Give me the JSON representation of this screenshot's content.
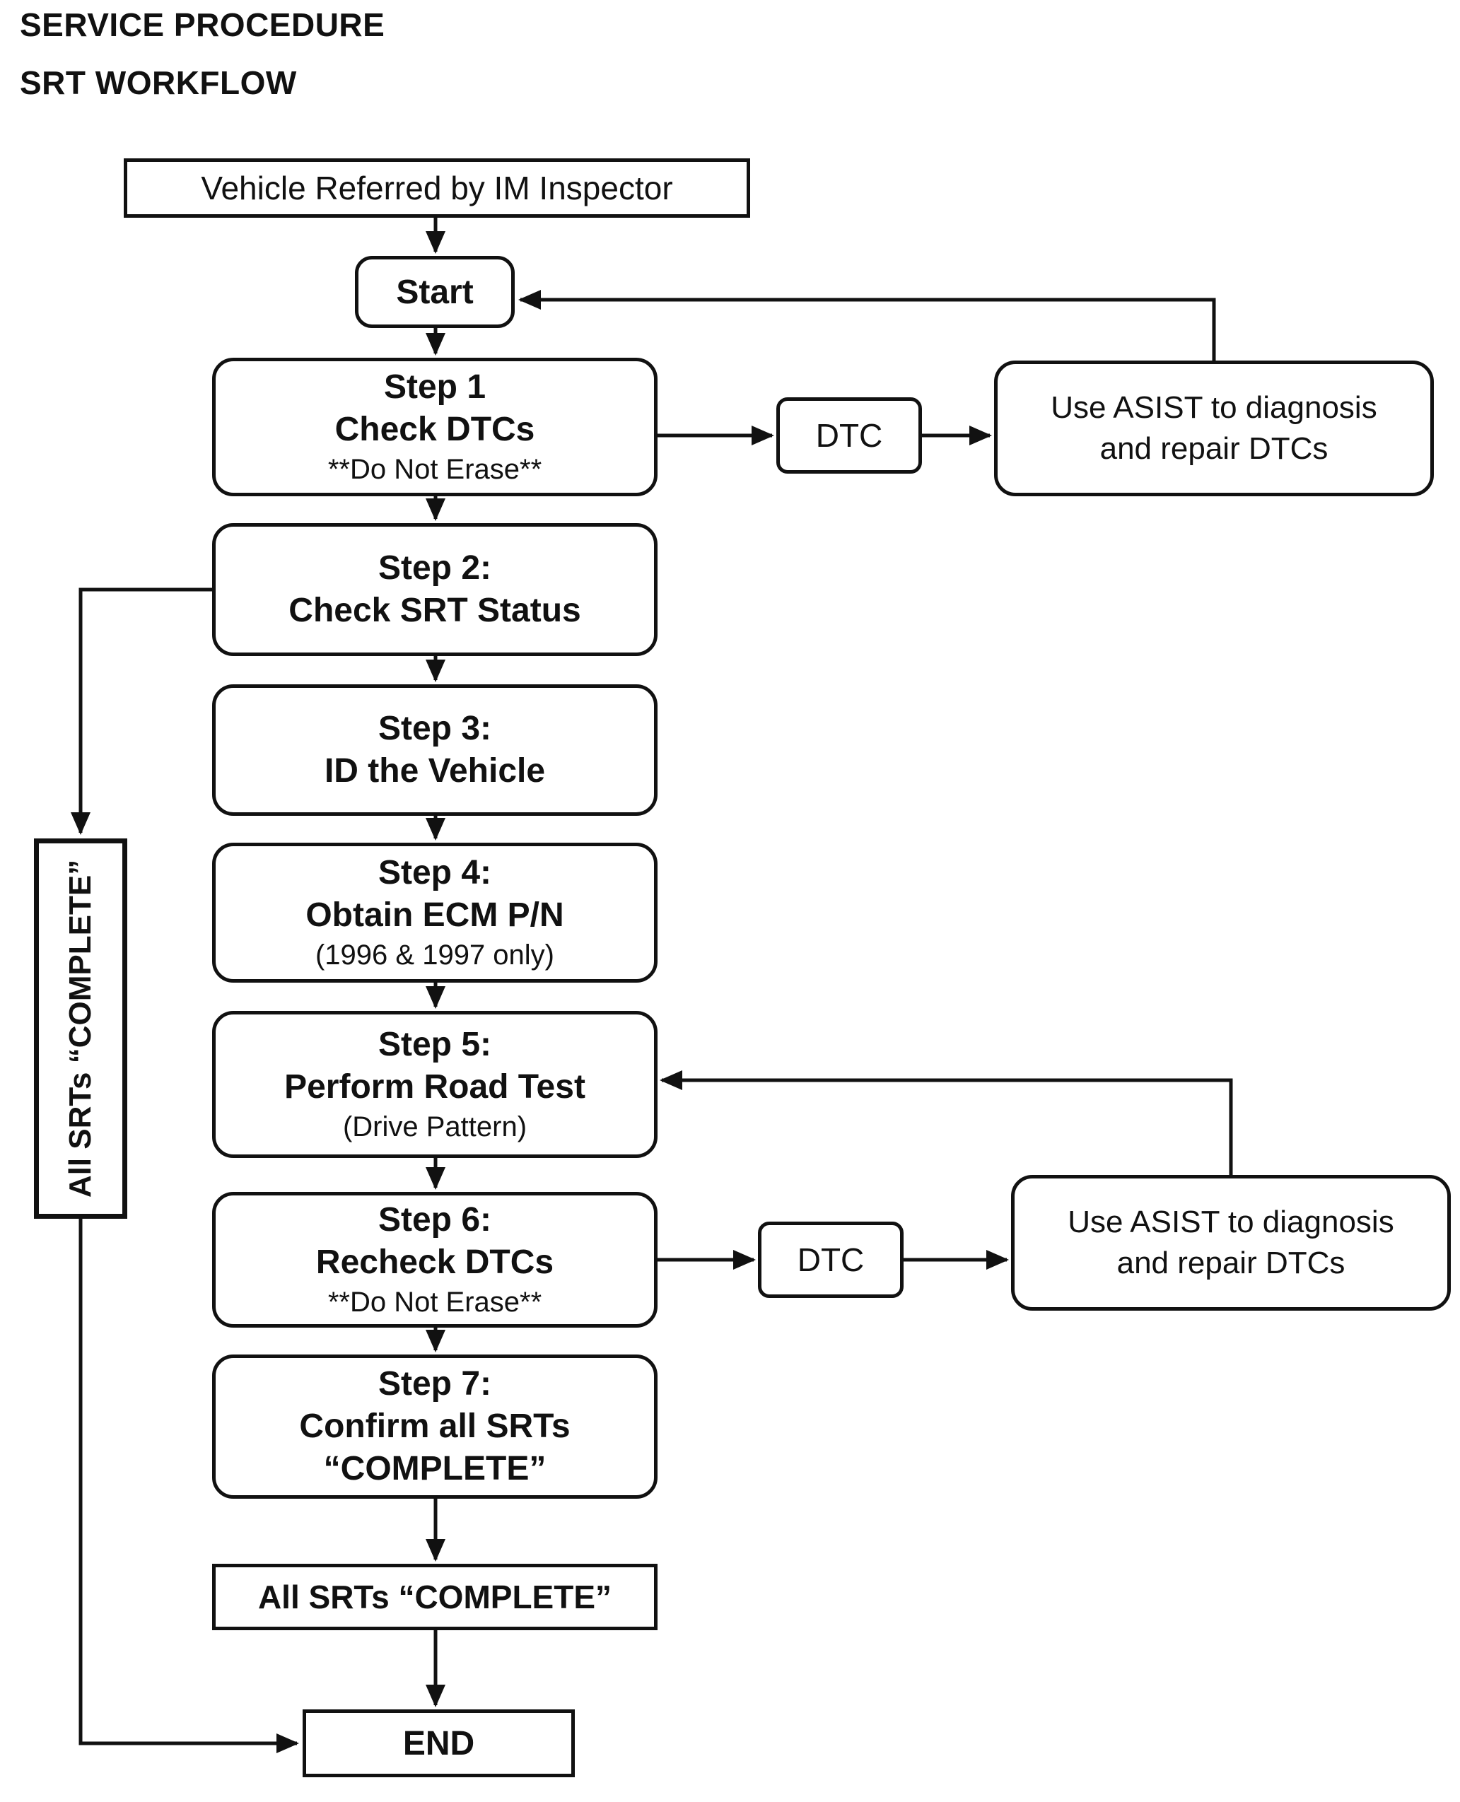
{
  "colors": {
    "ink": "#111111",
    "background": "#ffffff"
  },
  "header": {
    "title": "SERVICE PROCEDURE",
    "subtitle": "SRT WORKFLOW"
  },
  "nodes": {
    "referral": {
      "label": "Vehicle Referred by IM Inspector"
    },
    "start": {
      "label": "Start"
    },
    "step1": {
      "title": "Step 1",
      "subtitle": "Check DTCs",
      "note": "**Do Not Erase**"
    },
    "dtc1": {
      "label": "DTC"
    },
    "asist1": {
      "line1": "Use ASIST to diagnosis",
      "line2": "and repair DTCs"
    },
    "step2": {
      "title": "Step 2:",
      "subtitle": "Check SRT Status"
    },
    "step3": {
      "title": "Step 3:",
      "subtitle": "ID the Vehicle"
    },
    "step4": {
      "title": "Step 4:",
      "subtitle": "Obtain ECM P/N",
      "note": "(1996 & 1997 only)"
    },
    "step5": {
      "title": "Step 5:",
      "subtitle": "Perform Road Test",
      "note": "(Drive Pattern)"
    },
    "step6": {
      "title": "Step 6:",
      "subtitle": "Recheck DTCs",
      "note": "**Do Not Erase**"
    },
    "dtc2": {
      "label": "DTC"
    },
    "asist2": {
      "line1": "Use ASIST to diagnosis",
      "line2": "and repair DTCs"
    },
    "step7": {
      "title": "Step 7:",
      "subtitle": "Confirm all SRTs",
      "note": "“COMPLETE”"
    },
    "srt_complete_side": {
      "label": "All SRTs “COMPLETE”"
    },
    "srt_complete_bottom": {
      "label": "All SRTs “COMPLETE”"
    },
    "end": {
      "label": "END"
    }
  }
}
